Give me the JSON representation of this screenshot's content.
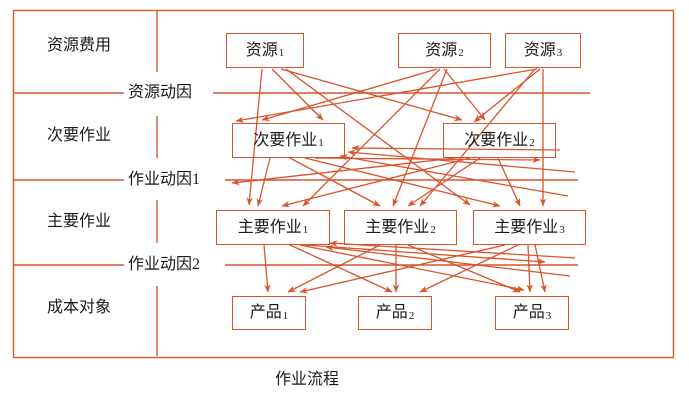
{
  "figure": {
    "caption": "作业流程",
    "frame_color": "#d9532c",
    "text_color": "#1a1a1a"
  },
  "row_labels": [
    {
      "name": "resource-cost",
      "text": "资源费用"
    },
    {
      "name": "secondary-activity",
      "text": "次要作业"
    },
    {
      "name": "primary-activity",
      "text": "主要作业"
    },
    {
      "name": "cost-object",
      "text": "成本对象"
    }
  ],
  "driver_labels": [
    {
      "name": "resource-driver",
      "text": "资源动因"
    },
    {
      "name": "activity-driver-1",
      "text": "作业动因1"
    },
    {
      "name": "activity-driver-2",
      "text": "作业动因2"
    }
  ],
  "nodes": {
    "resources": [
      {
        "base": "资源",
        "sub": "1"
      },
      {
        "base": "资源",
        "sub": "2"
      },
      {
        "base": "资源",
        "sub": "3"
      }
    ],
    "secondary_activities": [
      {
        "base": "次要作业",
        "sub": "1"
      },
      {
        "base": "次要作业",
        "sub": "2"
      }
    ],
    "primary_activities": [
      {
        "base": "主要作业",
        "sub": "1"
      },
      {
        "base": "主要作业",
        "sub": "2"
      },
      {
        "base": "主要作业",
        "sub": "3"
      }
    ],
    "products": [
      {
        "base": "产品",
        "sub": "1"
      },
      {
        "base": "产品",
        "sub": "2"
      },
      {
        "base": "产品",
        "sub": "3"
      }
    ]
  }
}
